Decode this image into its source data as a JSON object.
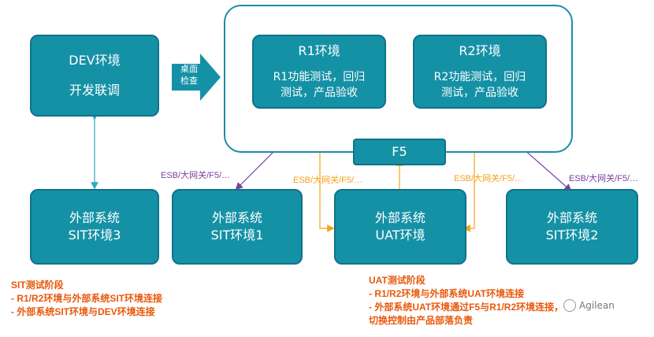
{
  "colors": {
    "box_fill": "#1591a6",
    "box_border": "#0f7387",
    "container_border": "#1a8ea3",
    "teal_connector": "#2aa9c2",
    "orange_connector": "#f5a21b",
    "purple_connector": "#7b3fa0",
    "note_text": "#e8590c"
  },
  "nodes": {
    "dev": {
      "line1": "DEV环境",
      "line2": "开发联调"
    },
    "r1": {
      "line1": "R1环境",
      "line2": "R1功能测试，回归",
      "line3": "测试，产品验收"
    },
    "r2": {
      "line1": "R2环境",
      "line2": "R2功能测试，回归",
      "line3": "测试，产品验收"
    },
    "f5": {
      "label": "F5"
    },
    "sit3": {
      "line1": "外部系统",
      "line2": "SIT环境3"
    },
    "sit1": {
      "line1": "外部系统",
      "line2": "SIT环境1"
    },
    "uat": {
      "line1": "外部系统",
      "line2": "UAT环境"
    },
    "sit2": {
      "line1": "外部系统",
      "line2": "SIT环境2"
    }
  },
  "desk_check_arrow": {
    "line1": "桌面",
    "line2": "检查"
  },
  "edge_labels": {
    "left_purple": "ESB/大网关/F5/…",
    "left_orange": "ESB/大网关/F5/…",
    "right_orange": "ESB/大网关/F5/…",
    "right_purple": "ESB/大网关/F5/…"
  },
  "notes": {
    "sit": {
      "title": "SIT测试阶段",
      "items": [
        "- R1/R2环境与外部系统SIT环境连接",
        "- 外部系统SIT环境与DEV环境连接"
      ]
    },
    "uat": {
      "title": "UAT测试阶段",
      "items": [
        "- R1/R2环境与外部系统UAT环境连接",
        "- 外部系统UAT环境通过F5与R1/R2环境连接，",
        "切换控制由产品部落负责"
      ]
    }
  },
  "watermark": {
    "text": "Agilean",
    "icon": "wechat-icon"
  }
}
